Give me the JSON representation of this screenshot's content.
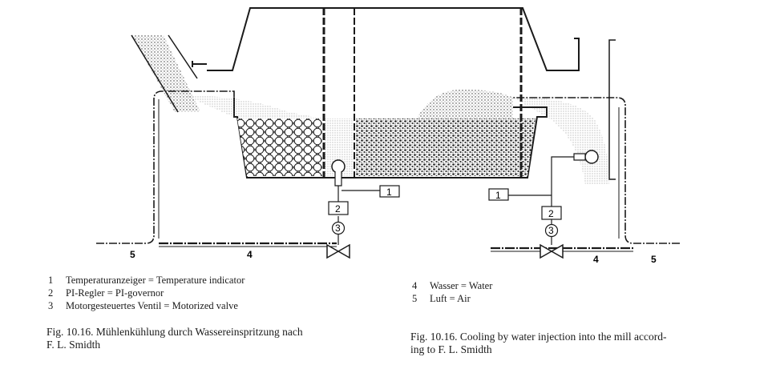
{
  "diagram": {
    "box_labels": [
      "1",
      "2",
      "3"
    ],
    "line_labels": {
      "air": "5",
      "water": "4"
    }
  },
  "legend_left": [
    {
      "num": "1",
      "text": "Temperaturanzeiger = Temperature indicator"
    },
    {
      "num": "2",
      "text": "PI-Regler = PI-governor"
    },
    {
      "num": "3",
      "text": "Motorgesteuertes Ventil = Motorized valve"
    }
  ],
  "legend_right": [
    {
      "num": "4",
      "text": "Wasser = Water"
    },
    {
      "num": "5",
      "text": "Luft = Air"
    }
  ],
  "caption_de": {
    "line1": "Fig. 10.16.   Mühlenkühlung durch Wassereinspritzung nach",
    "line2": "F. L. Smidth"
  },
  "caption_en": {
    "line1": "Fig. 10.16.   Cooling by water injection into the mill accord-",
    "line2": "ing to F. L. Smidth"
  }
}
